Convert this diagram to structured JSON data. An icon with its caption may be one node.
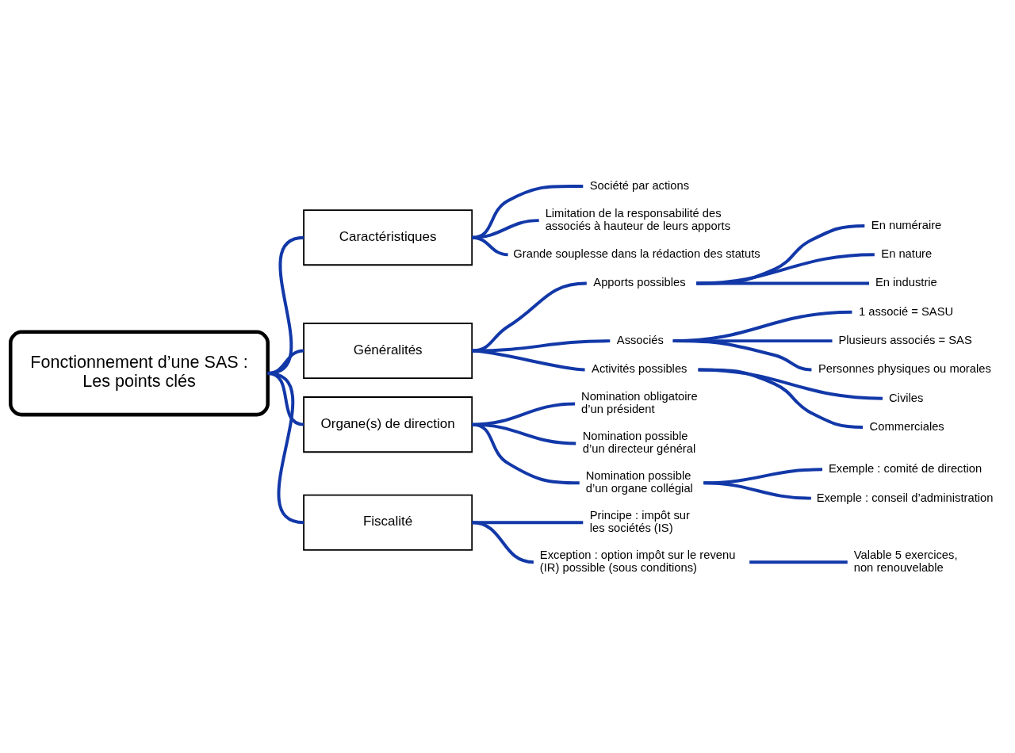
{
  "diagram": {
    "nodes": [
      {
        "text": [
          "Fonctionnement d’une SAS : Les points clés"
        ]
      },
      {
        "text": [
          "Caractéristiques"
        ]
      },
      {
        "text": [
          "Société par actions"
        ]
      },
      {
        "text": [
          "Limitation de la responsabilité des associés à hauteur de leurs apports"
        ]
      },
      {
        "text": [
          "Grande souplesse dans la rédaction des statuts"
        ]
      },
      {
        "text": [
          "Généralités"
        ]
      },
      {
        "text": [
          "Apports possibles"
        ]
      },
      {
        "text": [
          "En numéraire"
        ]
      },
      {
        "text": [
          "En nature"
        ]
      },
      {
        "text": [
          "En industrie"
        ]
      },
      {
        "text": [
          "Associés"
        ]
      },
      {
        "text": [
          "1 associé = SASU"
        ]
      },
      {
        "text": [
          "Plusieurs associés = SAS"
        ]
      },
      {
        "text": [
          "Personnes physiques ou morales"
        ]
      },
      {
        "text": [
          "Activités possibles"
        ]
      },
      {
        "text": [
          "Civiles"
        ]
      },
      {
        "text": [
          "Commerciales"
        ]
      },
      {
        "text": [
          "Organe(s) de direction"
        ]
      },
      {
        "text": [
          "Nomination obligatoire d’un président"
        ]
      },
      {
        "text": [
          "Nomination possible d’un directeur général"
        ]
      },
      {
        "text": [
          "Nomination possible d’un organe collégial"
        ]
      },
      {
        "text": [
          "Exemple : comité de direction"
        ]
      },
      {
        "text": [
          "Exemple : conseil d’administration"
        ]
      },
      {
        "text": [
          "Fiscalité"
        ]
      },
      {
        "text": [
          "Principe : impôt sur les sociétés (IS)"
        ]
      },
      {
        "text": [
          "Exception : option impôt sur le revenu (IR) possible (sous conditions)"
        ]
      },
      {
        "text": [
          "Valable 5 exercices, non renouvelable"
        ]
      }
    ],
    "edges": [
      {
        "from": 0,
        "to": 1,
        "arrow": "none"
      },
      {
        "from": 1,
        "to": 2,
        "arrow": "none"
      },
      {
        "from": 1,
        "to": 3,
        "arrow": "none"
      },
      {
        "from": 1,
        "to": 4,
        "arrow": "none"
      },
      {
        "from": 0,
        "to": 5,
        "arrow": "none"
      },
      {
        "from": 5,
        "to": 6,
        "arrow": "none"
      },
      {
        "from": 6,
        "to": 7,
        "arrow": "none"
      },
      {
        "from": 6,
        "to": 8,
        "arrow": "none"
      },
      {
        "from": 6,
        "to": 9,
        "arrow": "none"
      },
      {
        "from": 5,
        "to": 10,
        "arrow": "none"
      },
      {
        "from": 10,
        "to": 11,
        "arrow": "none"
      },
      {
        "from": 10,
        "to": 12,
        "arrow": "none"
      },
      {
        "from": 10,
        "to": 13,
        "arrow": "none"
      },
      {
        "from": 5,
        "to": 14,
        "arrow": "none"
      },
      {
        "from": 14,
        "to": 15,
        "arrow": "none"
      },
      {
        "from": 14,
        "to": 16,
        "arrow": "none"
      },
      {
        "from": 0,
        "to": 17,
        "arrow": "none"
      },
      {
        "from": 17,
        "to": 18,
        "arrow": "none"
      },
      {
        "from": 17,
        "to": 19,
        "arrow": "none"
      },
      {
        "from": 17,
        "to": 20,
        "arrow": "none"
      },
      {
        "from": 20,
        "to": 21,
        "arrow": "none"
      },
      {
        "from": 20,
        "to": 22,
        "arrow": "none"
      },
      {
        "from": 0,
        "to": 23,
        "arrow": "none"
      },
      {
        "from": 23,
        "to": 24,
        "arrow": "none"
      },
      {
        "from": 23,
        "to": 25,
        "arrow": "none"
      },
      {
        "from": 25,
        "to": 26,
        "arrow": "none"
      }
    ]
  }
}
